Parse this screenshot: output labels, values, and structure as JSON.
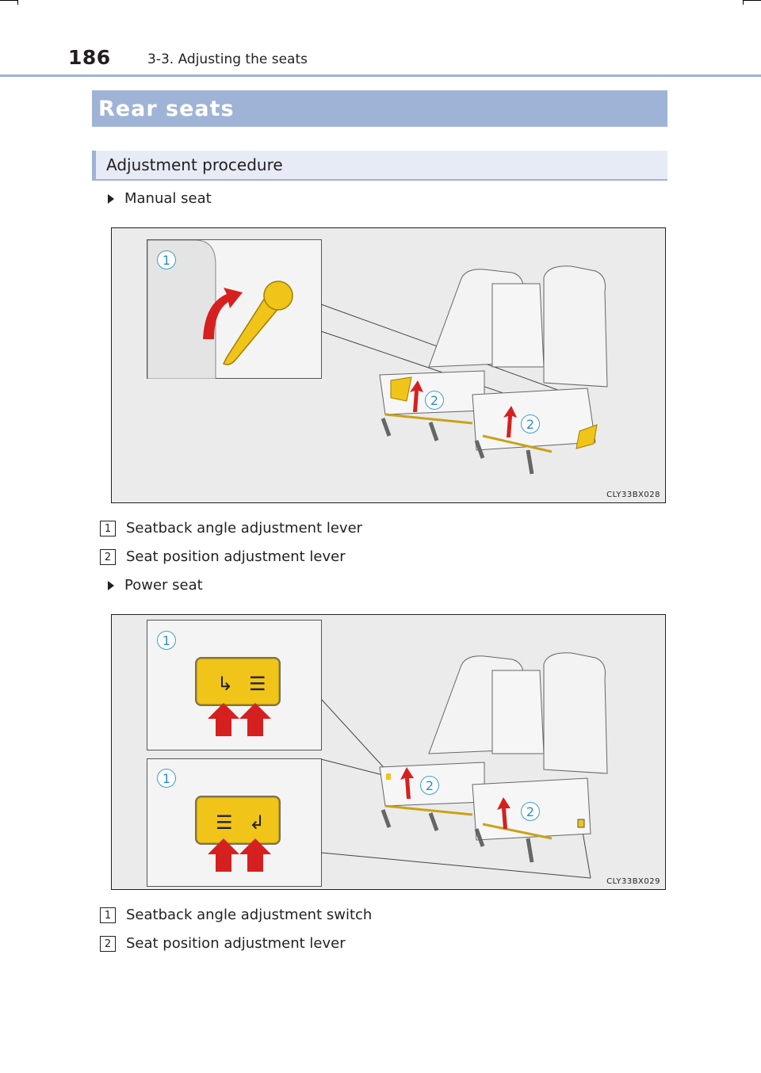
{
  "header": {
    "page_number": "186",
    "section": "3-3. Adjusting the seats"
  },
  "section_title": "Rear seats",
  "subsection_title": "Adjustment procedure",
  "manual": {
    "heading": "Manual seat",
    "figure_code": "CLY33BX028",
    "callouts": [
      "1",
      "2",
      "2"
    ],
    "legend": [
      {
        "num": "1",
        "text": "Seatback angle adjustment lever"
      },
      {
        "num": "2",
        "text": "Seat position adjustment lever"
      }
    ]
  },
  "power": {
    "heading": "Power seat",
    "figure_code": "CLY33BX029",
    "callouts": [
      "1",
      "1",
      "2",
      "2"
    ],
    "legend": [
      {
        "num": "1",
        "text": "Seatback angle adjustment switch"
      },
      {
        "num": "2",
        "text": "Seat position adjustment lever"
      }
    ]
  },
  "colors": {
    "accent": "#9fb3d6",
    "lever": "#f0c419",
    "arrow": "#d62020",
    "callout": "#2b8fc4"
  },
  "icons": [
    "triangle-bullet-icon",
    "red-arrow-icon",
    "yellow-lever-icon",
    "seat-switch-icon"
  ]
}
